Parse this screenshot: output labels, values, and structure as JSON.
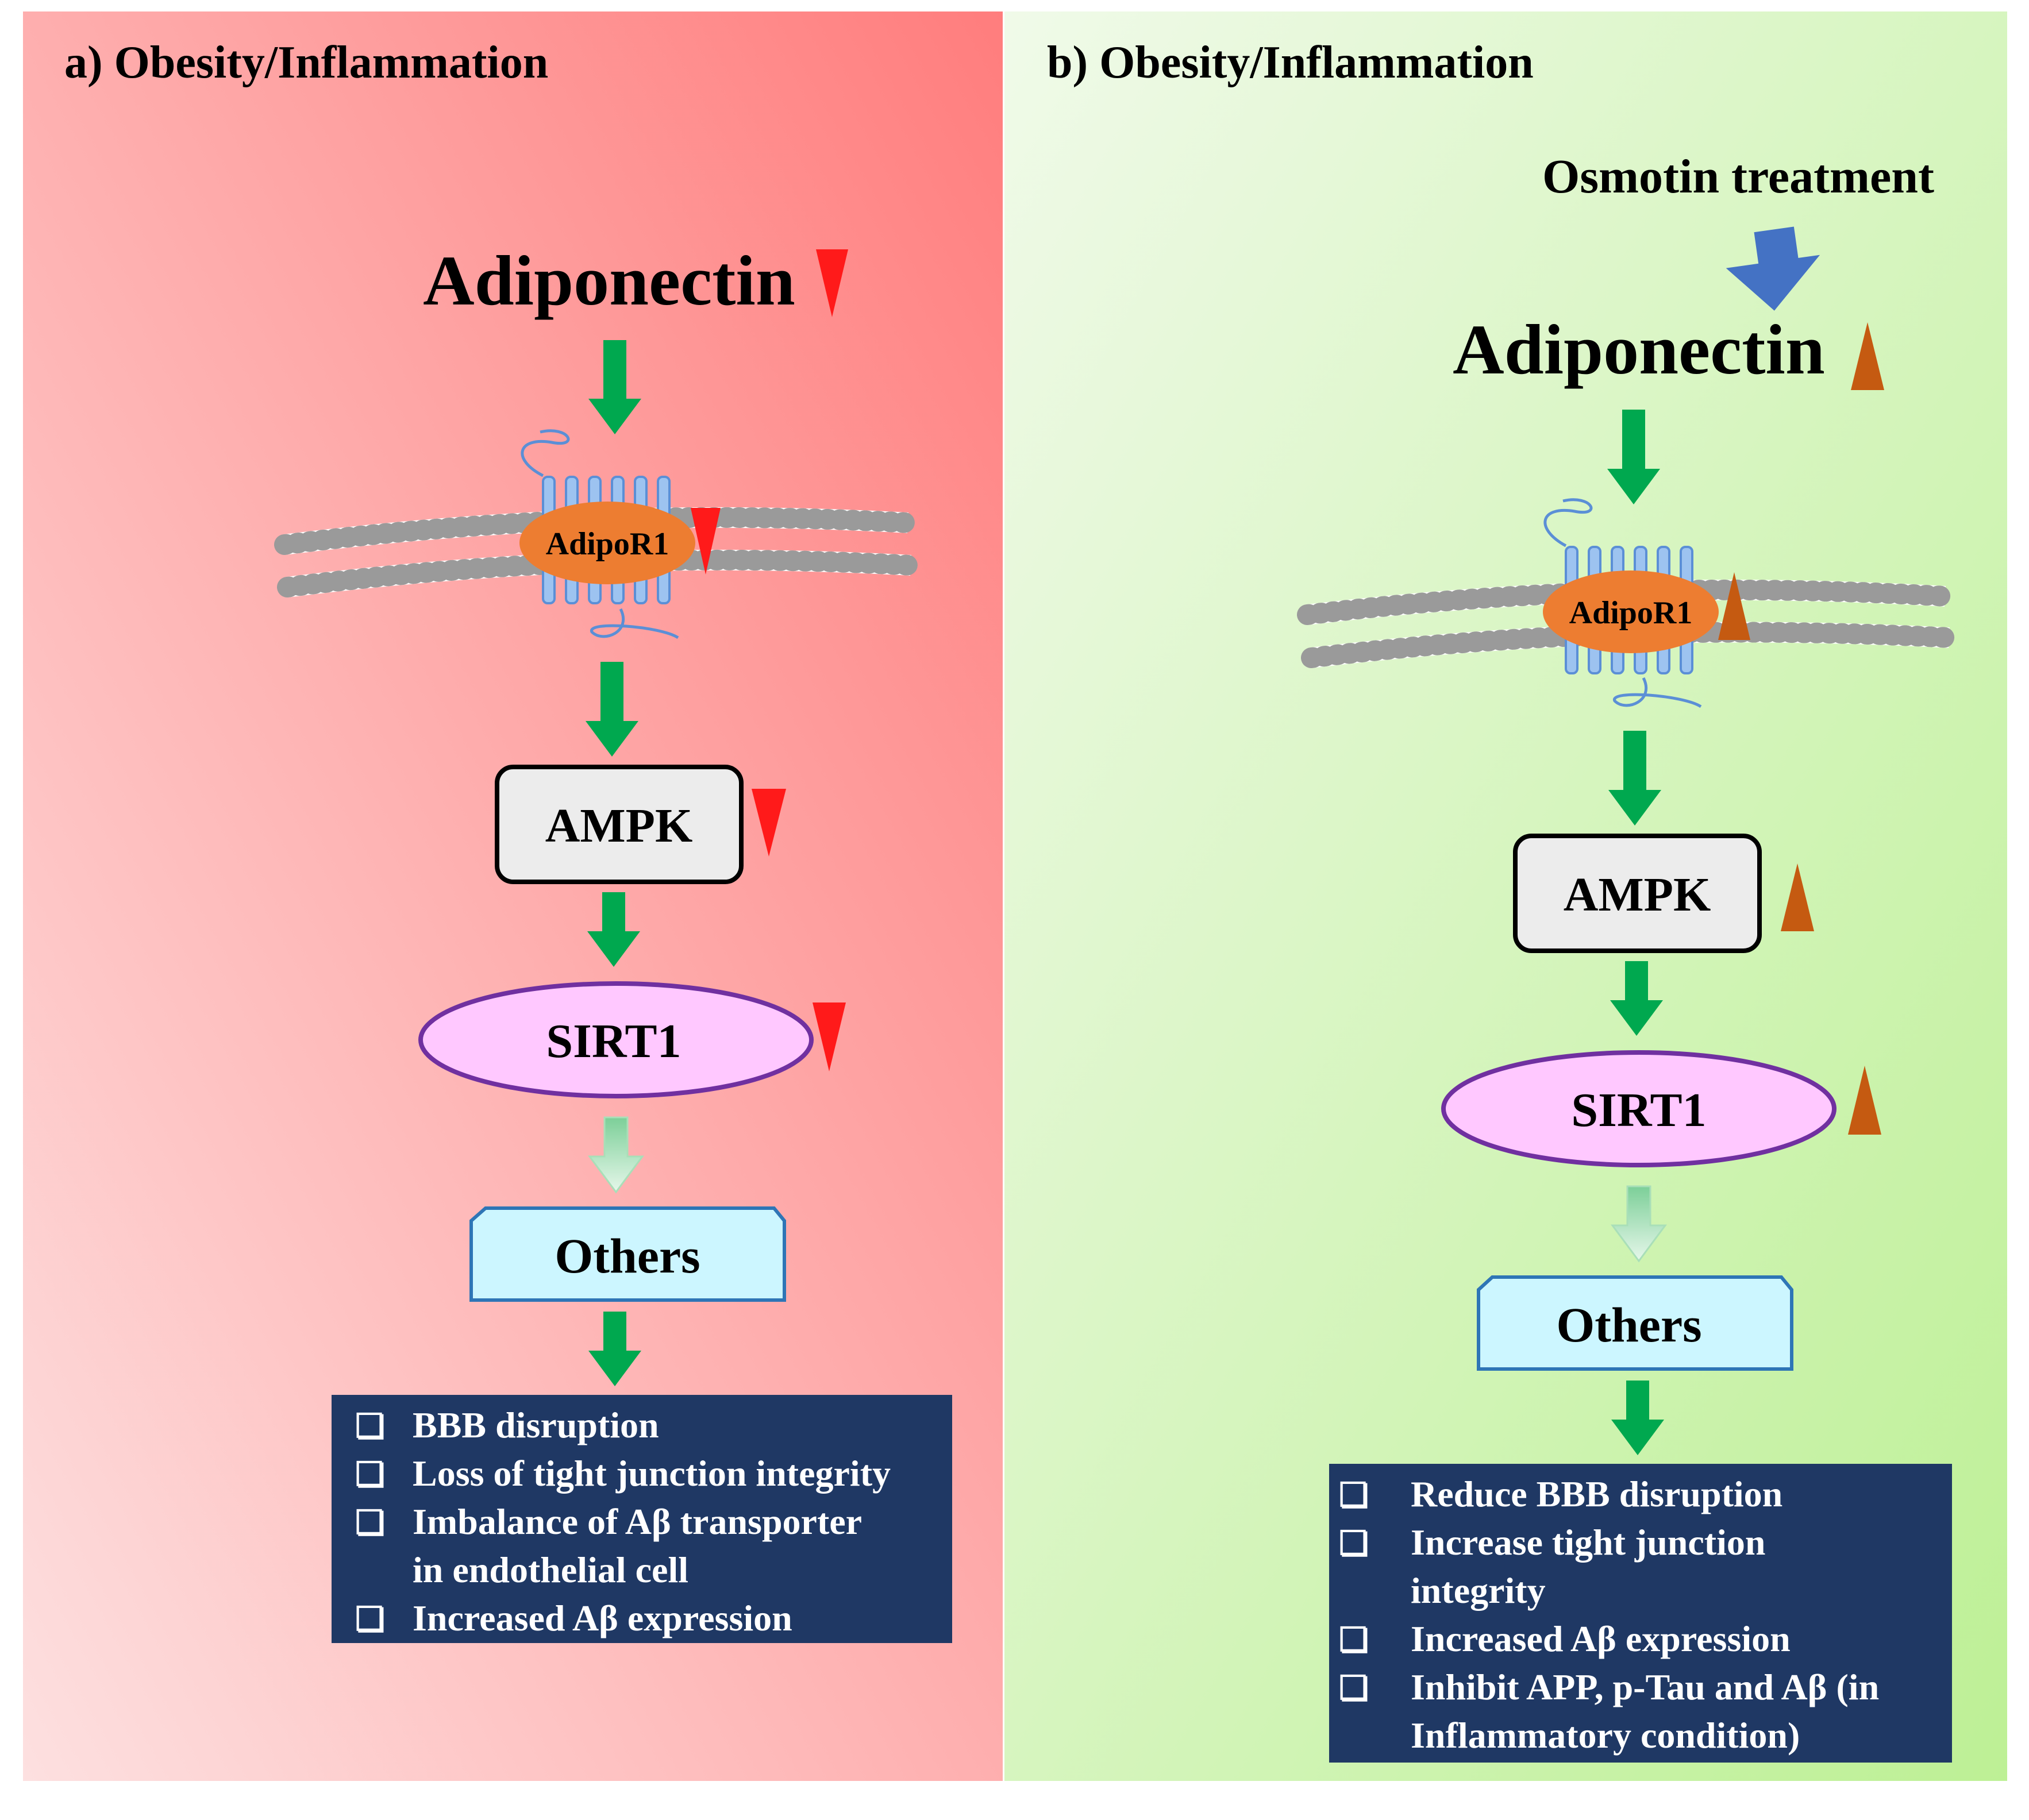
{
  "panel_a": {
    "title": "a) Obesity/Inflammation",
    "adiponectin": "Adiponectin",
    "receptor": "AdipoR1",
    "ampk": "AMPK",
    "sirt1": "SIRT1",
    "others": "Others",
    "outcomes": [
      "BBB disruption",
      "Loss of tight junction integrity",
      "Imbalance of Aβ transporter",
      "in endothelial cell",
      "Increased Aβ expression"
    ],
    "bullet": "❏",
    "trend": "down",
    "trend_color": "#ff1a1a"
  },
  "panel_b": {
    "title": "b) Obesity/Inflammation",
    "treatment": "Osmotin treatment",
    "adiponectin": "Adiponectin",
    "receptor": "AdipoR1",
    "ampk": "AMPK",
    "sirt1": "SIRT1",
    "others": "Others",
    "outcomes": [
      "Reduce BBB disruption",
      "Increase tight junction",
      "integrity",
      "Increased Aβ expression",
      "Inhibit APP, p-Tau and Aβ (in",
      "Inflammatory condition)"
    ],
    "bullet": "❏",
    "trend": "up",
    "trend_color": "#c55a11"
  },
  "colors": {
    "arrow_green": "#00a84f",
    "treatment_arrow": "#4472c4",
    "receptor_fill": "#ed7d31",
    "ampk_fill": "#ececec",
    "sirt1_fill": "#ffc8ff",
    "sirt1_stroke": "#7030a0",
    "others_fill": "#ccf6ff",
    "others_stroke": "#2e75b6",
    "outcome_bg": "#1f3864"
  }
}
